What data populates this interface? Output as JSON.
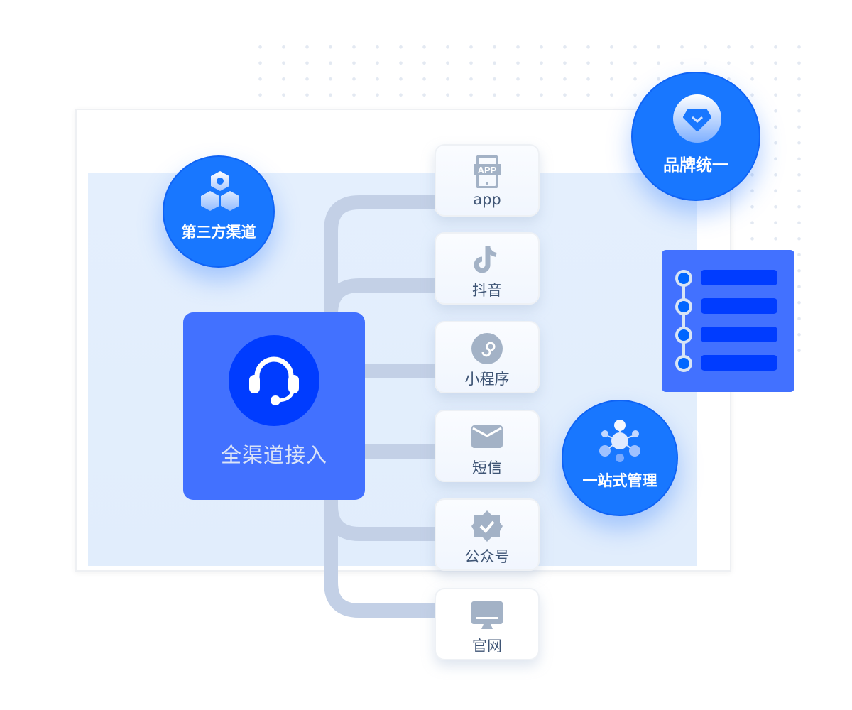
{
  "hub": {
    "label": "全渠道接入",
    "icon": "headset-icon"
  },
  "channels": [
    {
      "label": "app",
      "icon": "app-phone-icon",
      "icon_text": "APP"
    },
    {
      "label": "抖音",
      "icon": "tiktok-icon"
    },
    {
      "label": "小程序",
      "icon": "mini-program-icon"
    },
    {
      "label": "短信",
      "icon": "envelope-icon"
    },
    {
      "label": "公众号",
      "icon": "verified-badge-icon"
    },
    {
      "label": "官网",
      "icon": "monitor-icon"
    }
  ],
  "features": [
    {
      "label": "第三方渠道",
      "icon": "hexagons-icon"
    },
    {
      "label": "品牌统一",
      "icon": "brand-diamond-icon"
    },
    {
      "label": "一站式管理",
      "icon": "network-icon"
    }
  ],
  "colors": {
    "primary": "#1877ff",
    "hub": "#4271ff",
    "deep": "#003cff",
    "connector": "#c3d0e6",
    "icon_gray": "#a3b2c6"
  }
}
